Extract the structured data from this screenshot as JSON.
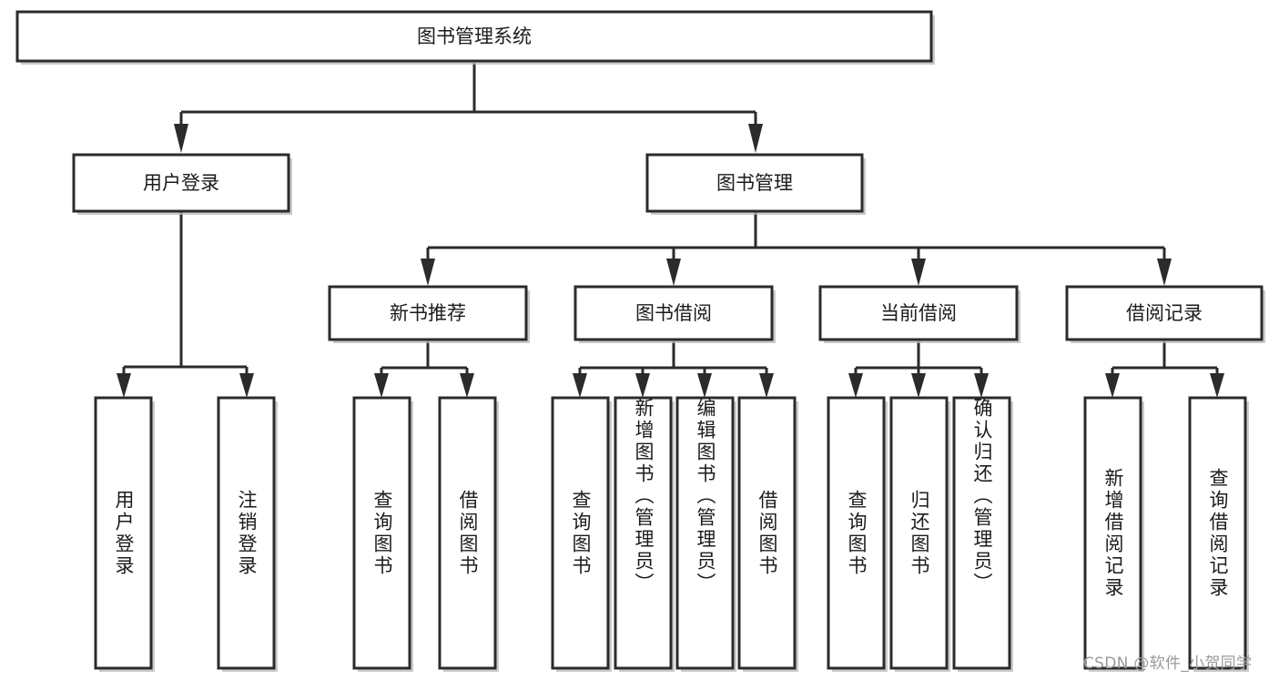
{
  "diagram": {
    "type": "tree-hierarchy",
    "title": "图书管理系统",
    "watermark": "CSDN @软件_小贺同学",
    "colors": {
      "box_stroke": "#2b2b2b",
      "box_fill": "#ffffff",
      "text": "#1b1b1b",
      "shadow": "#b9b9b9",
      "watermark": "#9a9a9a"
    },
    "levels": {
      "root": {
        "label": "图书管理系统"
      },
      "level2": [
        {
          "id": "user-login",
          "label": "用户登录"
        },
        {
          "id": "book-management",
          "label": "图书管理"
        }
      ],
      "level3": [
        {
          "id": "new-book-recommend",
          "label": "新书推荐"
        },
        {
          "id": "book-borrow",
          "label": "图书借阅"
        },
        {
          "id": "current-borrow",
          "label": "当前借阅"
        },
        {
          "id": "borrow-record",
          "label": "借阅记录"
        }
      ],
      "leaves": {
        "user-login": [
          {
            "id": "leaf-user-login",
            "label": "用户登录"
          },
          {
            "id": "leaf-logout-login",
            "label": "注销登录"
          }
        ],
        "new-book-recommend": [
          {
            "id": "leaf-query-book-1",
            "label": "查询图书"
          },
          {
            "id": "leaf-borrow-book-1",
            "label": "借阅图书"
          }
        ],
        "book-borrow": [
          {
            "id": "leaf-query-book-2",
            "label": "查询图书"
          },
          {
            "id": "leaf-add-book",
            "label": "新增图书（管理员）"
          },
          {
            "id": "leaf-edit-book",
            "label": "编辑图书（管理员）"
          },
          {
            "id": "leaf-borrow-book-2",
            "label": "借阅图书"
          }
        ],
        "current-borrow": [
          {
            "id": "leaf-query-book-3",
            "label": "查询图书"
          },
          {
            "id": "leaf-return-book",
            "label": "归还图书"
          },
          {
            "id": "leaf-confirm-return",
            "label": "确认归还（管理员）"
          }
        ],
        "borrow-record": [
          {
            "id": "leaf-add-record",
            "label": "新增借阅记录"
          },
          {
            "id": "leaf-query-record",
            "label": "查询借阅记录"
          }
        ]
      }
    }
  }
}
